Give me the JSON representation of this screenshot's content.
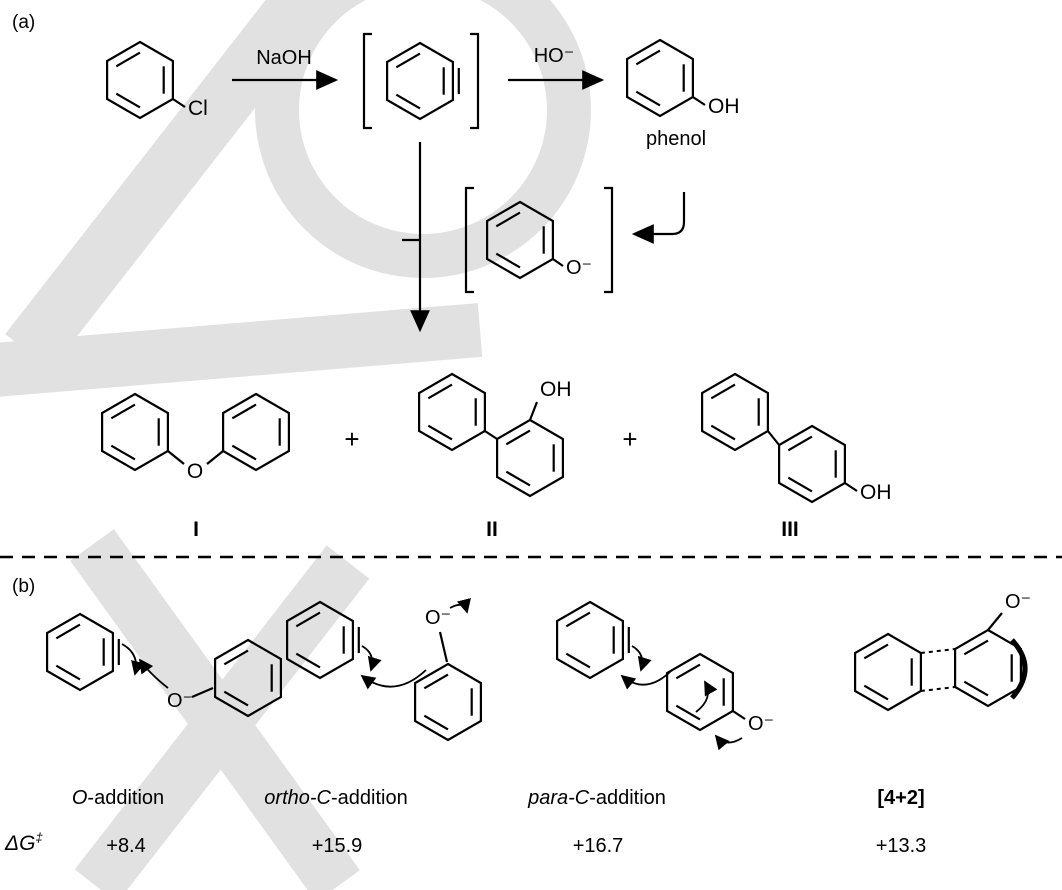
{
  "panel_a": {
    "label": "(a)",
    "chlorobenzene_substituent": "Cl",
    "step1_reagent": "NaOH",
    "step2_reagent": "HO⁻",
    "phenol_substituent": "OH",
    "phenol_name": "phenol",
    "phenolate_substituent": "O⁻",
    "plus": "+",
    "ether_oxygen": "O",
    "product_I_label": "I",
    "product_II_label": "II",
    "product_II_substituent": "OH",
    "product_III_label": "III",
    "product_III_substituent": "OH"
  },
  "panel_b": {
    "label": "(b)",
    "dg_symbol": "ΔG",
    "dg_sup": "‡",
    "entries": [
      {
        "prefix": "O",
        "suffix": "-addition",
        "dg": "+8.4",
        "o_label": "O⁻"
      },
      {
        "prefix": "ortho-C",
        "suffix": "-addition",
        "dg": "+15.9",
        "o_label": "O⁻"
      },
      {
        "prefix": "para-C",
        "suffix": "-addition",
        "dg": "+16.7",
        "o_label": "O⁻"
      },
      {
        "prefix": "[4+2]",
        "suffix": "",
        "dg": "+13.3",
        "o_label": "O⁻"
      }
    ]
  },
  "colors": {
    "ink": "#000000",
    "watermark": "#dedede"
  }
}
